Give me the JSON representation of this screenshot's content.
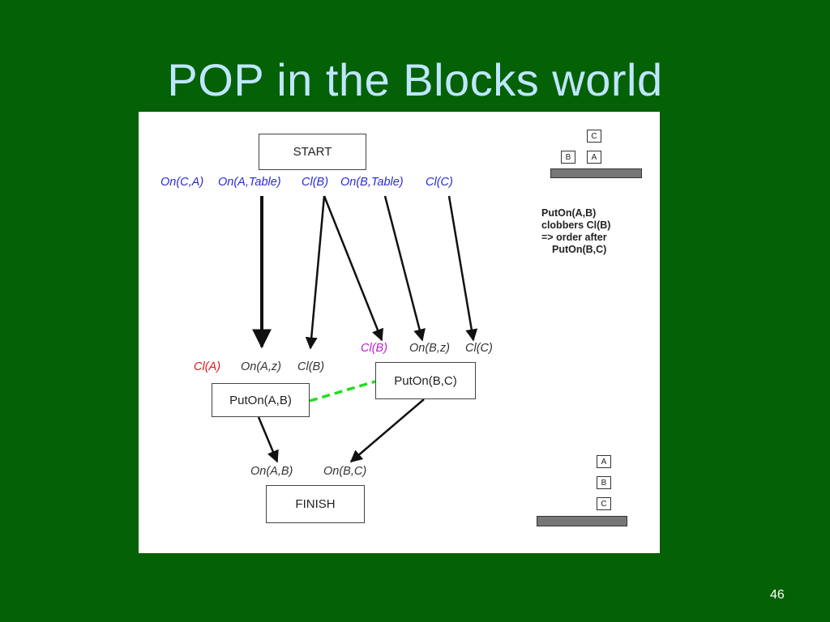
{
  "slide": {
    "title": "POP in the Blocks world",
    "page_number": "46"
  },
  "diagram": {
    "start_label": "START",
    "finish_label": "FINISH",
    "putonAB_label": "PutOn(A,B)",
    "putonBC_label": "PutOn(B,C)",
    "start_effects": [
      "On(C,A)",
      "On(A,Table)",
      "Cl(B)",
      "On(B,Table)",
      "Cl(C)"
    ],
    "putonAB_preconds": {
      "unsatisfied": "Cl(A)",
      "a": "On(A,z)",
      "b": "Cl(B)"
    },
    "putonBC_preconds": {
      "threatened": "Cl(B)",
      "a": "On(B,z)",
      "b": "Cl(C)"
    },
    "finish_goals": [
      "On(A,B)",
      "On(B,C)"
    ],
    "initial_state_blocks": {
      "top": "C",
      "left": "B",
      "bottom": "A"
    },
    "goal_state_blocks": {
      "top": "A",
      "middle": "B",
      "bottom": "C"
    },
    "note_lines": [
      "PutOn(A,B)",
      "clobbers Cl(B)",
      "=> order after",
      "PutOn(B,C)"
    ],
    "colors": {
      "effect_text": "#2a2ad8",
      "unsatisfied_text": "#e01818",
      "threat_text": "#c020d0",
      "ordering_link": "#22dd22"
    }
  }
}
